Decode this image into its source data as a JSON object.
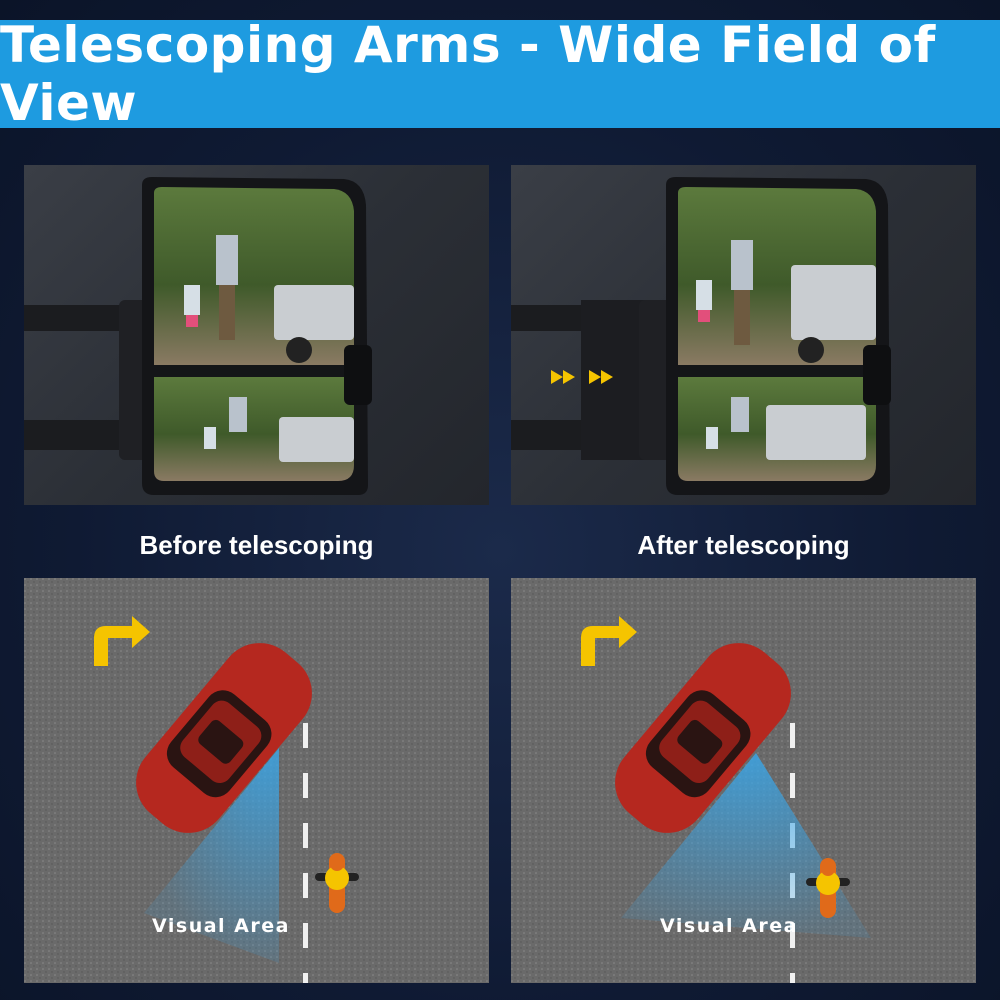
{
  "header": {
    "title": "Telescoping Arms - Wide Field of View"
  },
  "panels": {
    "before": {
      "caption": "Before telescoping",
      "visual_label": "Visual Area"
    },
    "after": {
      "caption": "After telescoping",
      "visual_label": "Visual Area"
    }
  },
  "colors": {
    "banner": "#1e9be0",
    "background": "#12203d",
    "car": "#b5281f",
    "arrow": "#f5c400",
    "visual_area": "#3aa6e8"
  },
  "icons": [
    "turn-right-arrow-icon",
    "telescoping-arrow-icon",
    "motorcycle-icon",
    "car-icon"
  ]
}
